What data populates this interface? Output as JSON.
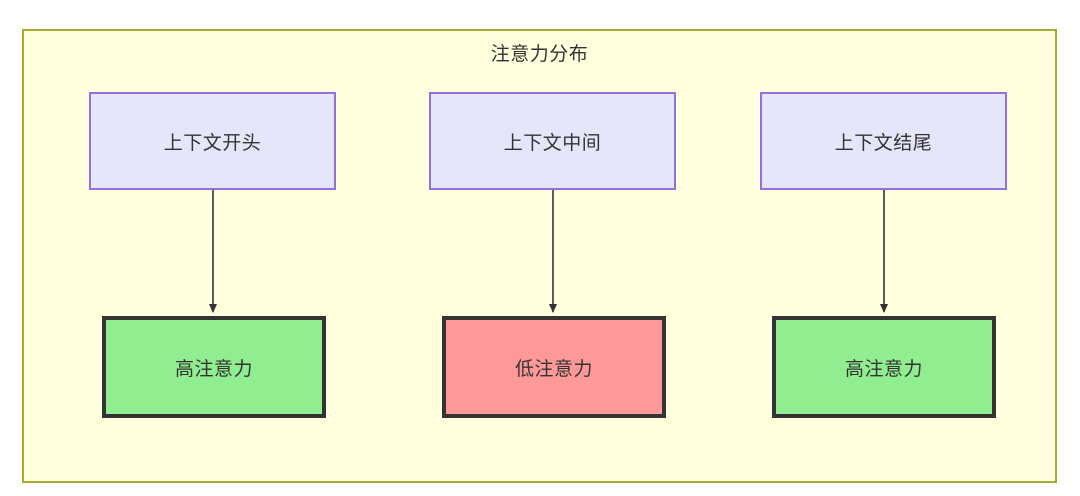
{
  "diagram": {
    "title": "注意力分布",
    "colors": {
      "container_fill": "#FFFFDE",
      "container_border": "#AAAA33",
      "context_fill": "#E6E6FA",
      "context_border": "#9370DB",
      "high_attention_fill": "#90EE90",
      "low_attention_fill": "#FF9999",
      "result_border": "#333333",
      "arrow": "#333333",
      "text": "#333333"
    },
    "columns": [
      {
        "id": "start",
        "context_label": "上下文开头",
        "result_label": "高注意力",
        "result_level": "high"
      },
      {
        "id": "middle",
        "context_label": "上下文中间",
        "result_label": "低注意力",
        "result_level": "low"
      },
      {
        "id": "end",
        "context_label": "上下文结尾",
        "result_label": "高注意力",
        "result_level": "high"
      }
    ],
    "edges": [
      {
        "from": "上下文开头",
        "to": "高注意力",
        "style": "arrow"
      },
      {
        "from": "上下文中间",
        "to": "低注意力",
        "style": "arrow"
      },
      {
        "from": "上下文结尾",
        "to": "高注意力",
        "style": "arrow"
      }
    ]
  }
}
